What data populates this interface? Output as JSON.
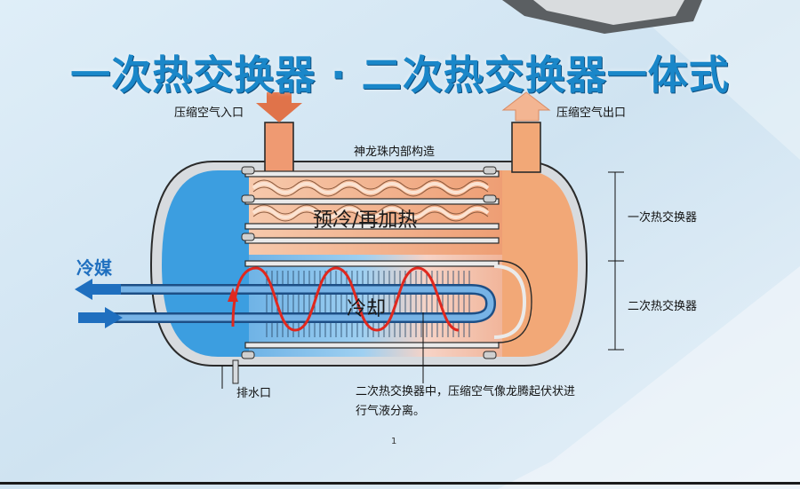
{
  "title": "一次热交换器 · 二次热交换器一体式",
  "labels": {
    "inlet": "压缩空气入口",
    "outlet": "压缩空气出口",
    "internal": "神龙珠内部构造",
    "precool": "预冷/再加热",
    "cooling": "冷却",
    "coolant": "冷媒",
    "primary": "一次热交换器",
    "secondary": "二次热交换器",
    "drain": "排水口",
    "note_line1": "二次热交换器中，压缩空气像龙腾起伏状进",
    "note_line2": "行气液分离。"
  },
  "page_number": "1",
  "colors": {
    "title": "#1a87c9",
    "cold": "#3c9ee0",
    "warm": "#f2a877",
    "arrow_in": "#e0734a",
    "arrow_out": "#f3b592",
    "coolant_arrow": "#1f6fbf",
    "flow_line": "#e0281e"
  }
}
